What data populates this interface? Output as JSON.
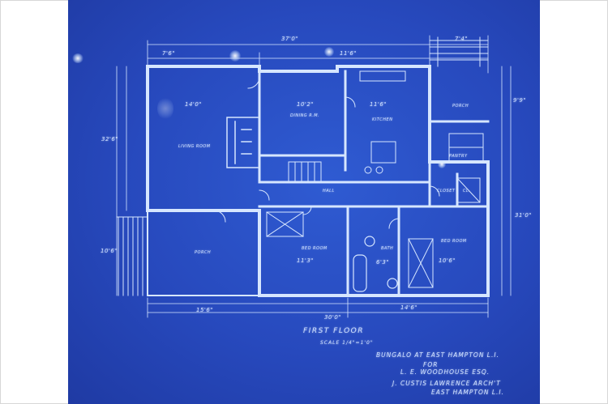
{
  "plan": {
    "title": "FIRST FLOOR",
    "scale": "SCALE 1/4\"=1'0\"",
    "caption_line1": "BUNGALO AT EAST HAMPTON L.I.",
    "caption_line2": "FOR",
    "caption_line3": "L. E. WOODHOUSE ESQ.",
    "architect": "J. CUSTIS LAWRENCE ARCH'T",
    "location": "EAST HAMPTON L.I."
  },
  "rooms": {
    "living_room": "LIVING ROOM",
    "dining_room": "DINING R.M.",
    "kitchen": "KITCHEN",
    "porch_right": "PORCH",
    "pantry": "PANTRY",
    "hall": "HALL",
    "bed_room_left": "BED ROOM",
    "bath": "BATH",
    "bed_room_right": "BED ROOM",
    "porch_left": "PORCH",
    "closet": "CLOSET",
    "cl": "CL."
  },
  "dimensions": {
    "top_total": "37'0\"",
    "top_left": "7'6\"",
    "top_mid": "11'6\"",
    "top_right": "7'4\"",
    "living_width": "14'0\"",
    "dining_width": "10'2\"",
    "kitchen_width": "11'6\"",
    "bed_left_width": "11'3\"",
    "bath_width": "6'3\"",
    "bed_right_width": "10'6\"",
    "bottom_total": "30'0\"",
    "bottom_left": "15'6\"",
    "bottom_right": "14'6\"",
    "right_lower": "31'0\"",
    "left_side": "10'6\"",
    "left_upper": "32'6\"",
    "right_upper": "9'9\""
  }
}
